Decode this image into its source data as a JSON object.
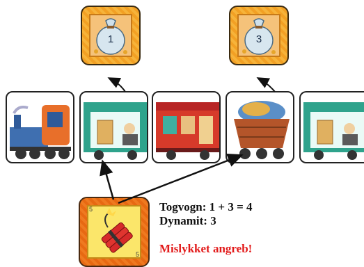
{
  "loot_cards": [
    {
      "value": "1",
      "icon": "money-bag-icon"
    },
    {
      "value": "3",
      "icon": "money-bag-icon"
    }
  ],
  "train_cars": [
    {
      "name": "locomotive",
      "icon": "locomotive-icon"
    },
    {
      "name": "passenger-wagon-bandit",
      "icon": "bandit-wagon-icon"
    },
    {
      "name": "red-passenger-wagon",
      "icon": "passenger-wagon-icon"
    },
    {
      "name": "coal-wagon",
      "icon": "coal-wagon-icon"
    },
    {
      "name": "passenger-wagon-bandit",
      "icon": "bandit-wagon-icon"
    }
  ],
  "action_card": {
    "icon": "dynamite-icon",
    "corner_value": "5"
  },
  "explanation": {
    "line1": "Togvogn: 1 + 3 = 4",
    "line2": "Dynamit: 3",
    "result": "Mislykket angreb!"
  },
  "colors": {
    "loot_orange": "#f6b33a",
    "dynamite_orange": "#ef7a20",
    "result_red": "#e21a1a"
  }
}
